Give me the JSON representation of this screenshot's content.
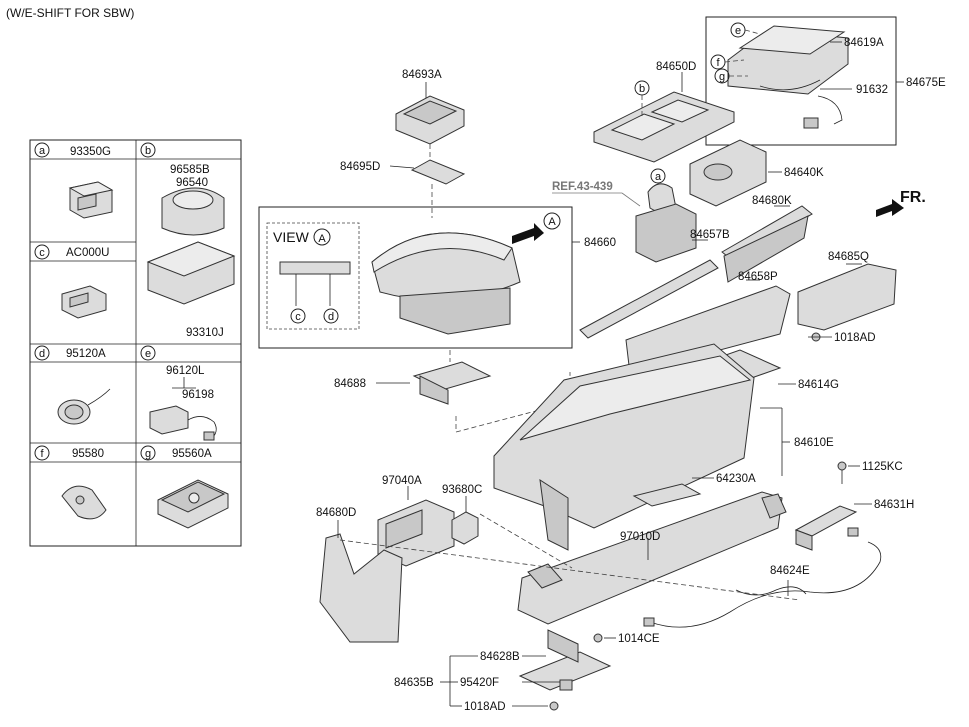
{
  "header_note": "(W/E-SHIFT FOR SBW)",
  "view_label": "VIEW",
  "view_letter": "A",
  "front_label": "FR.",
  "ref_label": "REF.43-439",
  "table_cells": [
    {
      "letter": "a",
      "code": "93350G"
    },
    {
      "letter": "b",
      "code": ""
    },
    {
      "letter": "c",
      "code": "AC000U"
    },
    {
      "letter": "d",
      "code": "95120A"
    },
    {
      "letter": "e",
      "code": ""
    },
    {
      "letter": "f",
      "code": "95580"
    },
    {
      "letter": "g",
      "code": "95560A"
    }
  ],
  "table_sub_labels": [
    "96585B",
    "96540",
    "93310J",
    "96120L",
    "96198"
  ],
  "callouts": [
    {
      "id": "c-e",
      "letter": "e"
    },
    {
      "id": "c-f",
      "letter": "f"
    },
    {
      "id": "c-g",
      "letter": "g"
    },
    {
      "id": "c-b",
      "letter": "b"
    },
    {
      "id": "c-a",
      "letter": "a"
    },
    {
      "id": "c-c",
      "letter": "c"
    },
    {
      "id": "c-d",
      "letter": "d"
    }
  ],
  "part_labels": {
    "p84693A": "84693A",
    "p84695D": "84695D",
    "p84660": "84660",
    "p84688": "84688",
    "p84650D": "84650D",
    "p84619A": "84619A",
    "p84675E": "84675E",
    "p91632": "91632",
    "p84640K": "84640K",
    "p84680K": "84680K",
    "p84657B": "84657B",
    "p84685Q": "84685Q",
    "p84658P": "84658P",
    "p1018AD_a": "1018AD",
    "p84614G": "84614G",
    "p84610E": "84610E",
    "p1125KC": "1125KC",
    "p64230A": "64230A",
    "p84631H": "84631H",
    "p97040A": "97040A",
    "p93680C": "93680C",
    "p84680D": "84680D",
    "p97010D": "97010D",
    "p84624E": "84624E",
    "p1014CE": "1014CE",
    "p84628B": "84628B",
    "p84635B": "84635B",
    "p95420F": "95420F",
    "p1018AD_b": "1018AD"
  }
}
